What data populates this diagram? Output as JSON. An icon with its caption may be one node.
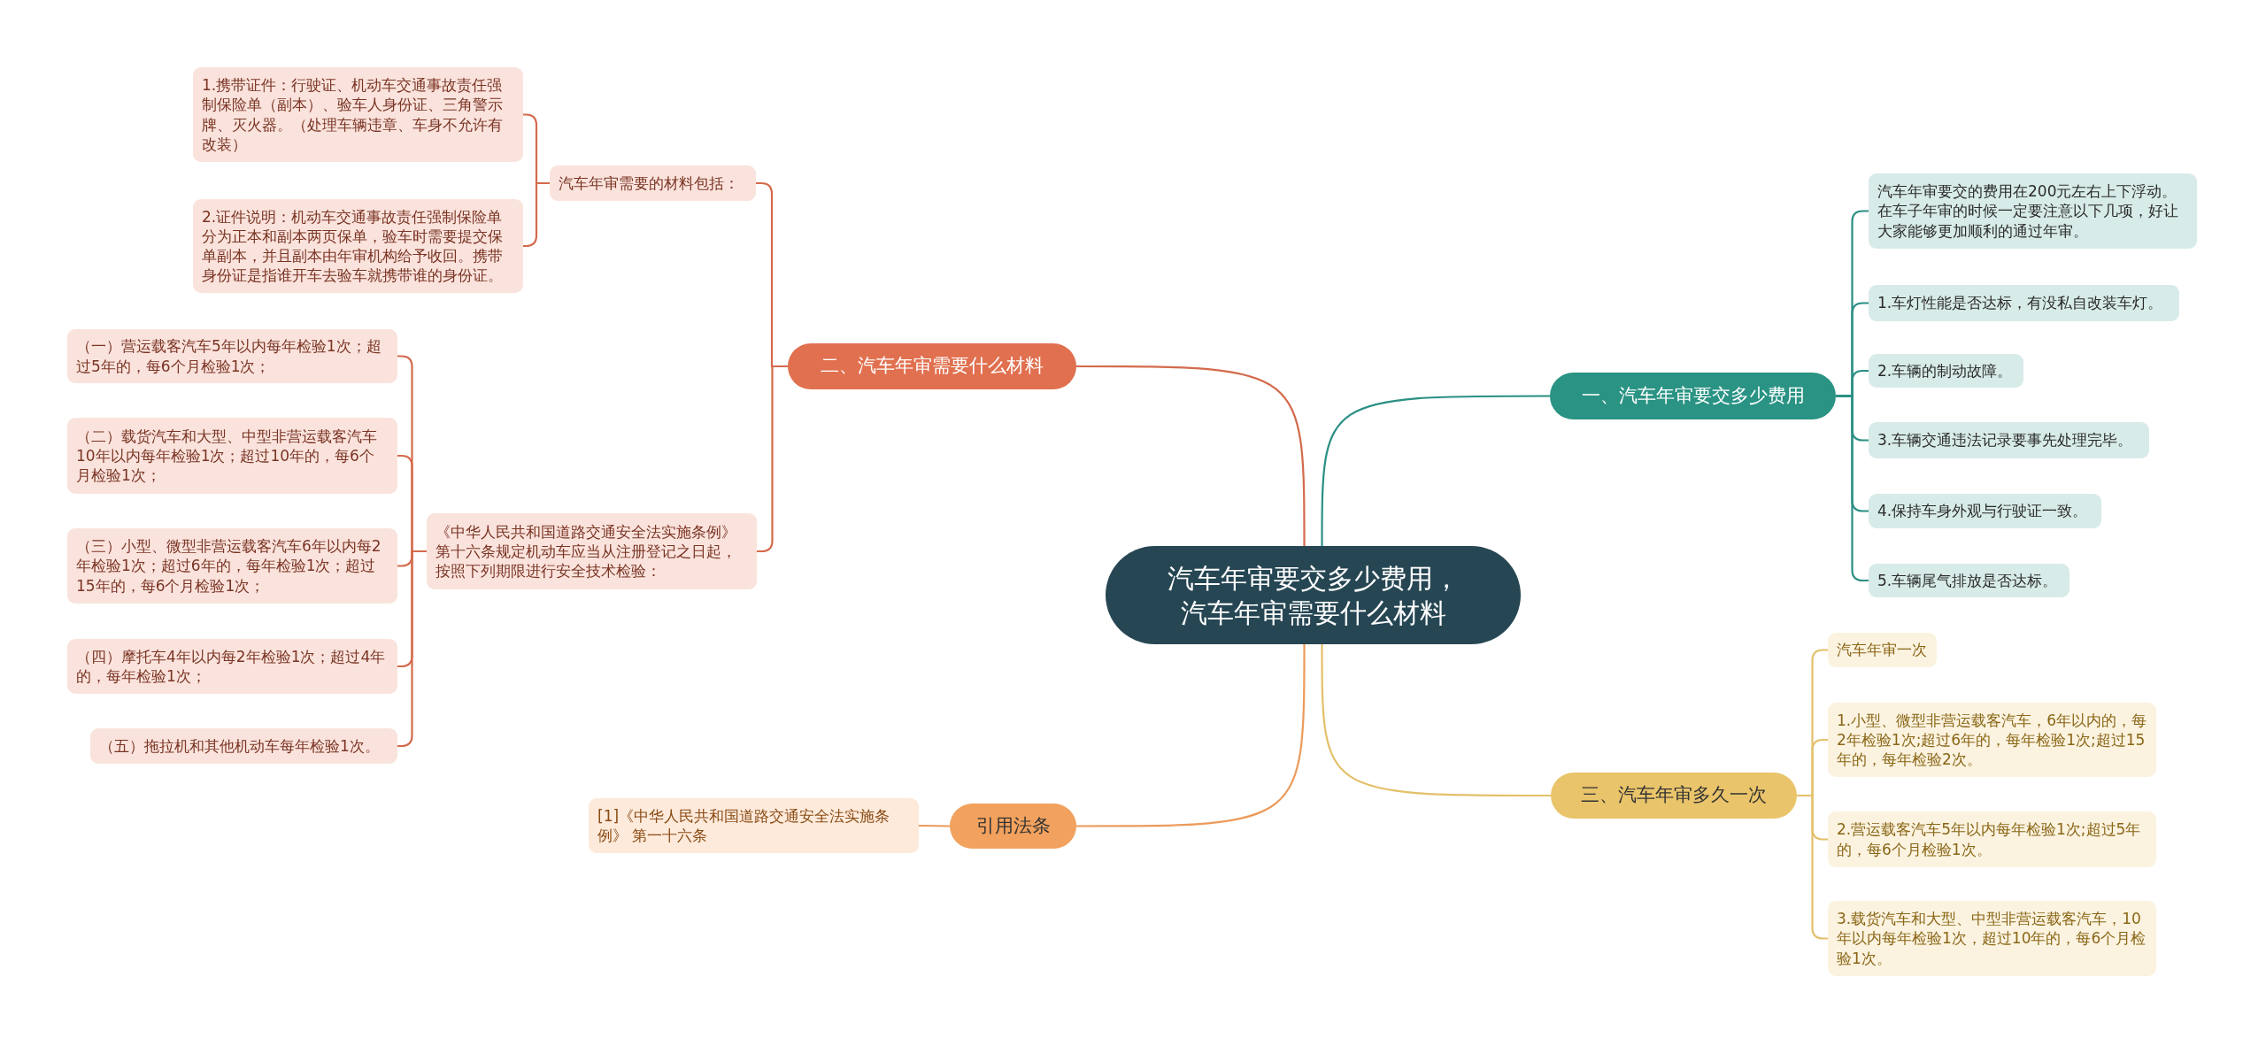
{
  "diagram": {
    "nodes": [
      {
        "text": [
          "汽车年审要交多少费用，汽车年审需要什么材料"
        ]
      },
      {
        "text": [
          "一、汽车年审要交多少费用"
        ]
      },
      {
        "text": [
          "汽车年审要交的费用在200元左右上下浮动。在车子年审的时候一定要注意以下几项，好让大家能够更加顺利的通过年审。"
        ]
      },
      {
        "text": [
          "1.车灯性能是否达标，有没私自改装车灯。"
        ]
      },
      {
        "text": [
          "2.车辆的制动故障。"
        ]
      },
      {
        "text": [
          "3.车辆交通违法记录要事先处理完毕。"
        ]
      },
      {
        "text": [
          "4.保持车身外观与行驶证一致。"
        ]
      },
      {
        "text": [
          "5.车辆尾气排放是否达标。"
        ]
      },
      {
        "text": [
          "二、汽车年审需要什么材料"
        ]
      },
      {
        "text": [
          "汽车年审需要的材料包括："
        ]
      },
      {
        "text": [
          "1.携带证件：行驶证、机动车交通事故责任强制保险单（副本）、验车人身份证、三角警示牌、灭火器。（处理车辆违章、车身不允许有改装）"
        ]
      },
      {
        "text": [
          "2.证件说明：机动车交通事故责任强制保险单分为正本和副本两页保单，验车时需要提交保单副本，并且副本由年审机构给予收回。携带身份证是指谁开车去验车就携带谁的身份证。"
        ]
      },
      {
        "text": [
          "《中华人民共和国道路交通安全法实施条例》第十六条规定机动车应当从注册登记之日起，按照下列期限进行安全技术检验："
        ]
      },
      {
        "text": [
          "（一）营运载客汽车5年以内每年检验1次；超过5年的，每6个月检验1次；"
        ]
      },
      {
        "text": [
          "（二）载货汽车和大型、中型非营运载客汽车10年以内每年检验1次；超过10年的，每6个月检验1次；"
        ]
      },
      {
        "text": [
          "（三）小型、微型非营运载客汽车6年以内每2年检验1次；超过6年的，每年检验1次；超过15年的，每6个月检验1次；"
        ]
      },
      {
        "text": [
          "（四）摩托车4年以内每2年检验1次；超过4年的，每年检验1次；"
        ]
      },
      {
        "text": [
          "（五）拖拉机和其他机动车每年检验1次。"
        ]
      },
      {
        "text": [
          "引用法条"
        ]
      },
      {
        "text": [
          "[1]《中华人民共和国道路交通安全法实施条例》 第一十六条"
        ]
      },
      {
        "text": [
          "三、汽车年审多久一次"
        ]
      },
      {
        "text": [
          "汽车年审一次"
        ]
      },
      {
        "text": [
          "1.小型、微型非营运载客汽车，6年以内的，每2年检验1次;超过6年的，每年检验1次;超过15年的，每年检验2次。"
        ]
      },
      {
        "text": [
          "2.营运载客汽车5年以内每年检验1次;超过5年的，每6个月检验1次。"
        ]
      },
      {
        "text": [
          "3.载货汽车和大型、中型非营运载客汽车，10年以内每年检验1次，超过10年的，每6个月检验1次。"
        ]
      }
    ],
    "edges": [
      {
        "from": 0,
        "to": 1,
        "arrow": "none",
        "color": "#2a8f84"
      },
      {
        "from": 1,
        "to": 2,
        "arrow": "none",
        "color": "#2a8f84"
      },
      {
        "from": 1,
        "to": 3,
        "arrow": "none",
        "color": "#2a8f84"
      },
      {
        "from": 1,
        "to": 4,
        "arrow": "none",
        "color": "#2a8f84"
      },
      {
        "from": 1,
        "to": 5,
        "arrow": "none",
        "color": "#2a8f84"
      },
      {
        "from": 1,
        "to": 6,
        "arrow": "none",
        "color": "#2a8f84"
      },
      {
        "from": 1,
        "to": 7,
        "arrow": "none",
        "color": "#2a8f84"
      },
      {
        "from": 0,
        "to": 8,
        "arrow": "none",
        "color": "#d46a4c"
      },
      {
        "from": 8,
        "to": 9,
        "arrow": "none",
        "color": "#d46a4c"
      },
      {
        "from": 9,
        "to": 10,
        "arrow": "none",
        "color": "#d46a4c"
      },
      {
        "from": 9,
        "to": 11,
        "arrow": "none",
        "color": "#d46a4c"
      },
      {
        "from": 8,
        "to": 12,
        "arrow": "none",
        "color": "#d46a4c"
      },
      {
        "from": 12,
        "to": 13,
        "arrow": "none",
        "color": "#d46a4c"
      },
      {
        "from": 12,
        "to": 14,
        "arrow": "none",
        "color": "#d46a4c"
      },
      {
        "from": 12,
        "to": 15,
        "arrow": "none",
        "color": "#d46a4c"
      },
      {
        "from": 12,
        "to": 16,
        "arrow": "none",
        "color": "#d46a4c"
      },
      {
        "from": 12,
        "to": 17,
        "arrow": "none",
        "color": "#d46a4c"
      },
      {
        "from": 0,
        "to": 18,
        "arrow": "none",
        "color": "#ec9a5a"
      },
      {
        "from": 18,
        "to": 19,
        "arrow": "none",
        "color": "#ec9a5a"
      },
      {
        "from": 0,
        "to": 20,
        "arrow": "none",
        "color": "#e3c06a"
      },
      {
        "from": 20,
        "to": 21,
        "arrow": "none",
        "color": "#e3c06a"
      },
      {
        "from": 20,
        "to": 22,
        "arrow": "none",
        "color": "#e3c06a"
      },
      {
        "from": 20,
        "to": 23,
        "arrow": "none",
        "color": "#e3c06a"
      },
      {
        "from": 20,
        "to": 24,
        "arrow": "none",
        "color": "#e3c06a"
      }
    ]
  }
}
